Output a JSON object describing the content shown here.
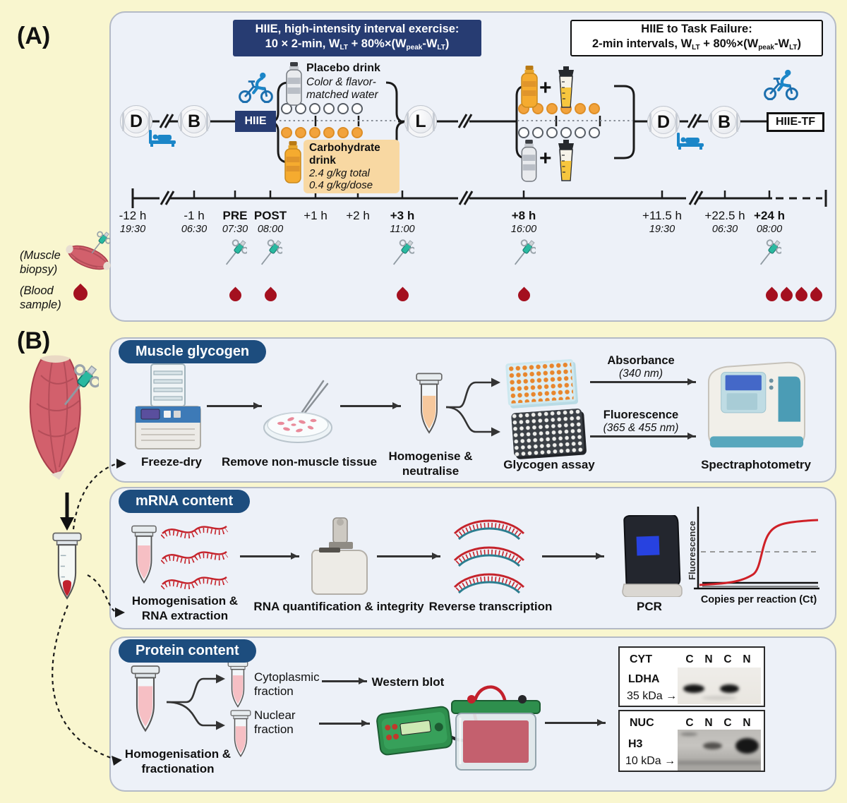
{
  "page": {
    "panel_a_label": "(A)",
    "panel_b_label": "(B)"
  },
  "banner_hiie": {
    "line1": "HIIE, high-intensity interval exercise:",
    "f1": "10 × 2-min, W",
    "s1": "LT",
    "f2": " + 80%×(W",
    "s2": "peak",
    "f3": "-W",
    "s3": "LT",
    "f4": ")"
  },
  "banner_tf": {
    "line1": "HIIE to Task Failure:",
    "f1": "2-min intervals, W",
    "s1": "LT",
    "f2": " + 80%×(W",
    "s2": "peak",
    "f3": "-W",
    "s3": "LT",
    "f4": ")"
  },
  "nodes": {
    "dinner1": "D",
    "breakfast1": "B",
    "hiie": "HIIE",
    "lunch": "L",
    "dinner2": "D",
    "breakfast2": "B",
    "hiie_tf": "HIIE-TF"
  },
  "drinks": {
    "placebo_title": "Placebo drink",
    "placebo_desc1": "Color & flavor-",
    "placebo_desc2": "matched water",
    "carb_title": "Carbohydrate drink",
    "carb_desc1": "2.4 g/kg total",
    "carb_desc2": "0.4 g/kg/dose",
    "plus": "+"
  },
  "ticks": [
    {
      "hour": "-12 h",
      "time": "19:30"
    },
    {
      "hour": "-1 h",
      "time": "06:30"
    },
    {
      "hour": "PRE",
      "time": "07:30"
    },
    {
      "hour": "POST",
      "time": "08:00"
    },
    {
      "hour": "+1 h",
      "time": ""
    },
    {
      "hour": "+2 h",
      "time": ""
    },
    {
      "hour": "+3 h",
      "time": "11:00"
    },
    {
      "hour": "+8 h",
      "time": "16:00"
    },
    {
      "hour": "+11.5 h",
      "time": "19:30"
    },
    {
      "hour": "+22.5 h",
      "time": "06:30"
    },
    {
      "hour": "+24 h",
      "time": "08:00"
    }
  ],
  "legend": {
    "biopsy_l1": "(Muscle",
    "biopsy_l2": "biopsy)",
    "blood_l1": "(Blood",
    "blood_l2": "sample)"
  },
  "glycogen": {
    "title": "Muscle glycogen",
    "step1": "Freeze-dry",
    "step2": "Remove non-muscle tissue",
    "step3_l1": "Homogenise &",
    "step3_l2": "neutralise",
    "step4": "Glycogen assay",
    "arrow_top_l1": "Absorbance",
    "arrow_top_l2": "(340 nm)",
    "arrow_bot_l1": "Fluorescence",
    "arrow_bot_l2": "(365 & 455 nm)",
    "step5": "Spectraphotometry"
  },
  "mrna": {
    "title": "mRNA content",
    "step1_l1": "Homogenisation &",
    "step1_l2": "RNA extraction",
    "step2": "RNA quantification & integrity",
    "step3": "Reverse transcription",
    "step4": "PCR",
    "plot_ylabel": "Fluorescence",
    "plot_xlabel": "Copies per reaction (Ct)"
  },
  "protein": {
    "title": "Protein content",
    "step1_l1": "Homogenisation &",
    "step1_l2": "fractionation",
    "cyto_l1": "Cytoplasmic",
    "cyto_l2": "fraction",
    "nuc_l1": "Nuclear",
    "nuc_l2": "fraction",
    "western": "Western blot",
    "arrow": "→",
    "blots": [
      {
        "group": "CYT",
        "protein": "LDHA",
        "mass": "35 kDa",
        "l1": "C",
        "l2": "N",
        "l3": "C",
        "l4": "N"
      },
      {
        "group": "NUC",
        "protein": "H3",
        "mass": "10 kDa",
        "l1": "C",
        "l2": "N",
        "l3": "C",
        "l4": "N"
      }
    ]
  },
  "colors": {
    "navy": "#273c72",
    "pill_blue": "#1d4d7e",
    "orange": "#f2a33c",
    "blood_red": "#a4101f",
    "accent_blue": "#1b86c8",
    "teal": "#2ab9a0",
    "curve_red": "#cf2027",
    "green": "#2e8f4d"
  }
}
